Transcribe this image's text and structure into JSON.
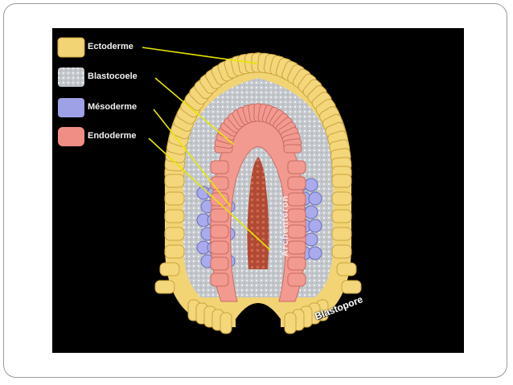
{
  "legend": {
    "items": [
      {
        "key": "ectoderme",
        "label": "Ectoderme",
        "color": "#f2d474"
      },
      {
        "key": "blastocoele",
        "label": "Blastocoele",
        "color": "#c6c9cd"
      },
      {
        "key": "mesoderme",
        "label": "Mésoderme",
        "color": "#9fa1e6"
      },
      {
        "key": "endoderme",
        "label": "Endoderme",
        "color": "#f08e86"
      }
    ]
  },
  "annotations": {
    "archenteron": "Archentéron",
    "blastopore": "Blastopore"
  },
  "colors": {
    "background": "#000000",
    "leader_line": "#e6e600",
    "ectoderm_cell": "#f4d77a",
    "ectoderm_border": "#c9a43e",
    "blastocoel": "#bfc3c8",
    "mesoderm_cell": "#a9abec",
    "endoderm_cell": "#f39a90",
    "archenteron": "#b8503a"
  }
}
